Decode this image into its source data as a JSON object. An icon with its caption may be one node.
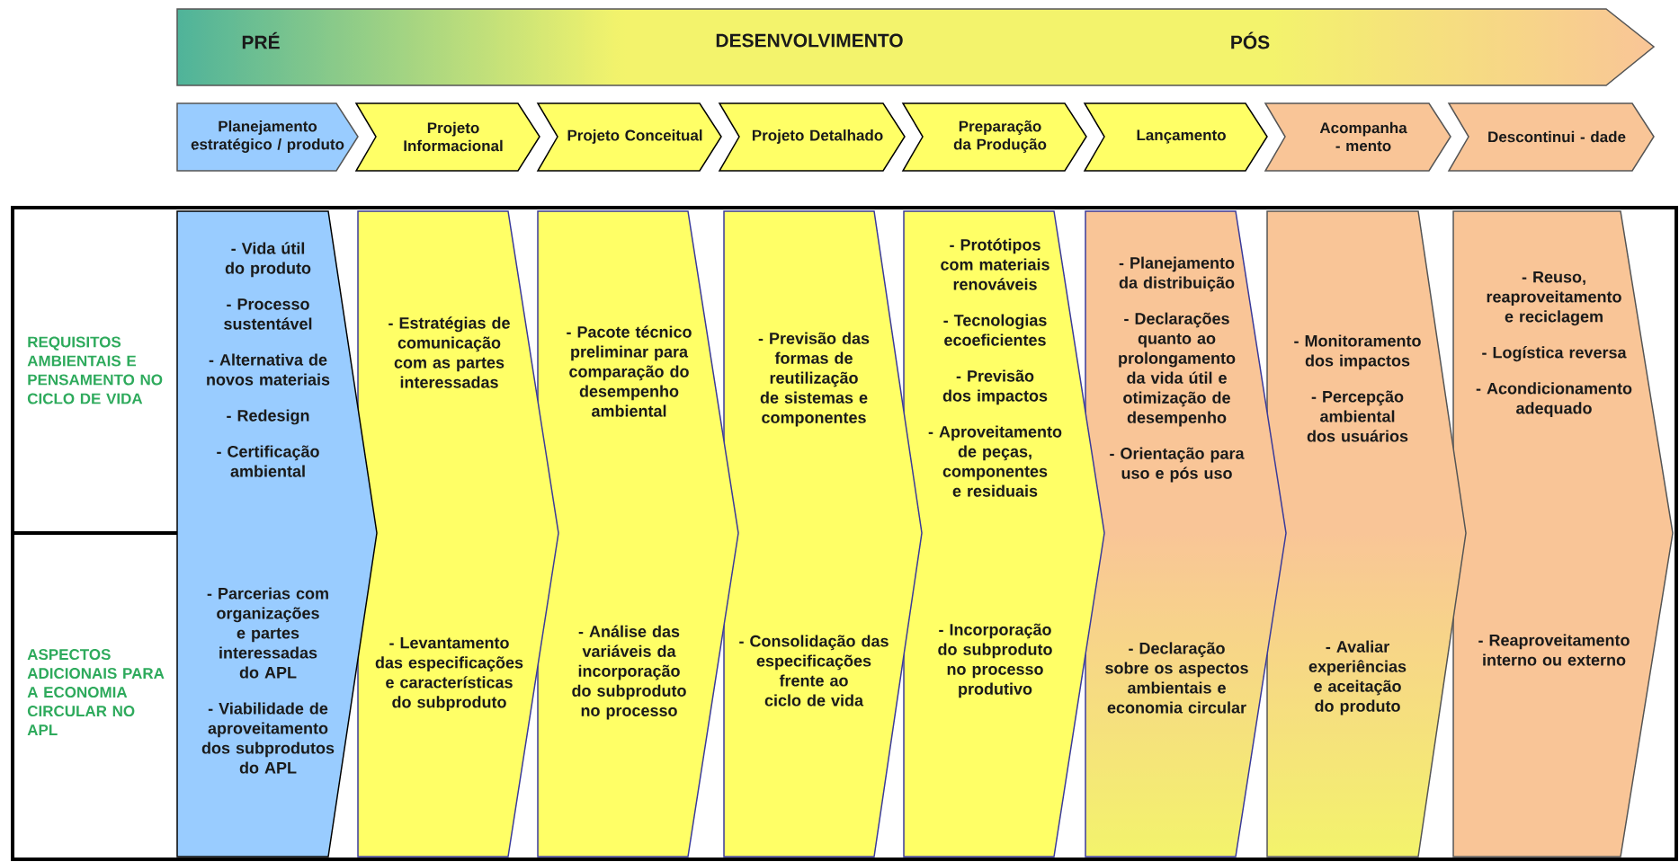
{
  "diagram": {
    "nodes": [
      {
        "text": [
          "PRÉ",
          "DESENVOLVIMENTO",
          "PÓS"
        ]
      },
      {
        "text": [
          "Planejamento estratégico / produto"
        ]
      },
      {
        "text": [
          "Projeto Informacional"
        ]
      },
      {
        "text": [
          "Projeto Conceitual"
        ]
      },
      {
        "text": [
          "Projeto Detalhado"
        ]
      },
      {
        "text": [
          "Preparação da Produção"
        ]
      },
      {
        "text": [
          "Lançamento"
        ]
      },
      {
        "text": [
          "Acompanha - mento"
        ]
      },
      {
        "text": [
          "Descontinui - dade"
        ]
      },
      {
        "text": [
          "- Vida útil do produto",
          "- Processo sustentável",
          "- Alternativa de novos materiais",
          "- Redesign",
          "- Certificação ambiental",
          "- Parcerias com organizações e partes interessadas do APL",
          "- Viabilidade de aproveitamento dos subprodutos do APL"
        ]
      },
      {
        "text": [
          "- Estratégias de comunicação com as partes interessadas",
          "- Levantamento das especificações e características do subproduto"
        ]
      },
      {
        "text": [
          "- Pacote técnico preliminar para comparação do desempenho ambiental",
          "- Análise das variáveis da incorporação do subproduto no processo"
        ]
      },
      {
        "text": [
          "- Previsão das formas de reutilização de sistemas e componentes",
          "- Consolidação das especificações frente ao ciclo de vida"
        ]
      },
      {
        "text": [
          "- Protótipos com materiais renováveis",
          "- Tecnologias ecoeficientes",
          "- Previsão dos impactos",
          "- Aproveitamento de peças, componentes e residuais",
          "- Incorporação do subproduto no processo produtivo"
        ]
      },
      {
        "text": [
          "- Planejamento da distribuição",
          "- Declarações quanto ao prolongamento da vida útil e otimização de desempenho",
          "- Orientação para uso e pós uso",
          "- Declaração sobre os aspectos ambientais e economia circular"
        ]
      },
      {
        "text": [
          "- Monitoramento dos impactos",
          "- Percepção ambiental dos usuários",
          "- Avaliar experiências e aceitação do produto"
        ]
      },
      {
        "text": [
          "- Reuso, reaproveitamento e reciclagem",
          "- Logística reversa",
          "- Acondicionamento adequado",
          "- Reaproveitamento interno ou externo"
        ]
      }
    ],
    "labels": [
      "REQUISITOS AMBIENTAIS E PENSAMENTO NO CICLO DE VIDA",
      "ASPECTOS ADICIONAIS PARA A ECONOMIA CIRCULAR NO APL"
    ]
  }
}
